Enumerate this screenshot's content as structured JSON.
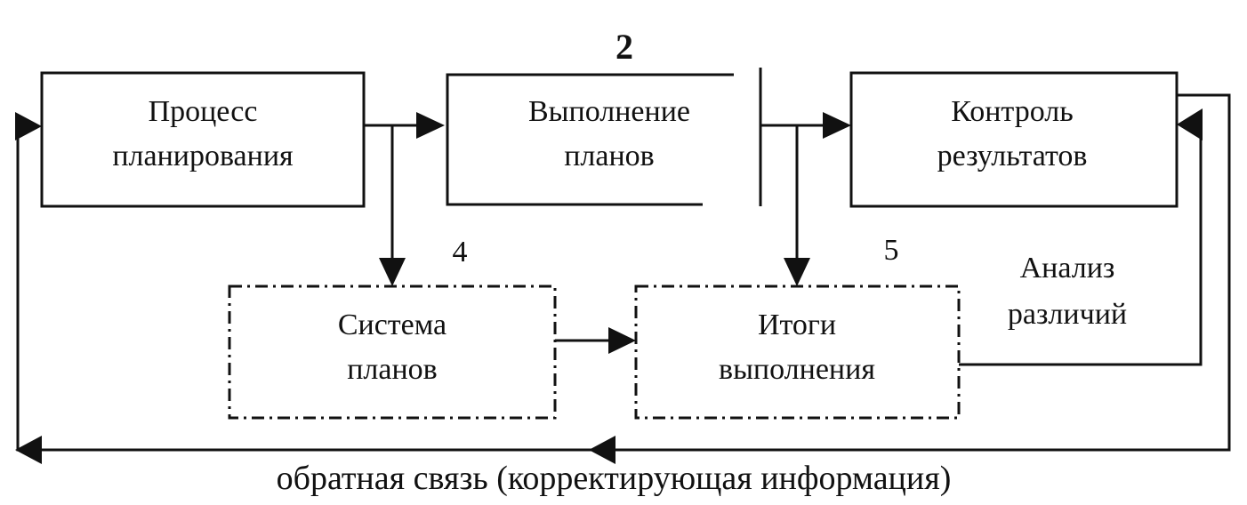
{
  "boxes": {
    "planning": {
      "line1": "Процесс",
      "line2": "планирования"
    },
    "execution": {
      "line1": "Выполнение",
      "line2": "планов"
    },
    "control": {
      "line1": "Контроль",
      "line2": "результатов"
    },
    "plan_system": {
      "line1": "Система",
      "line2": "планов"
    },
    "results": {
      "line1": "Итоги",
      "line2": "выполнения"
    }
  },
  "labels": {
    "number_2": "2",
    "number_4": "4",
    "number_5": "5",
    "analysis_line1": "Анализ",
    "analysis_line2": "различий",
    "feedback": "обратная связь (корректирующая информация)"
  }
}
